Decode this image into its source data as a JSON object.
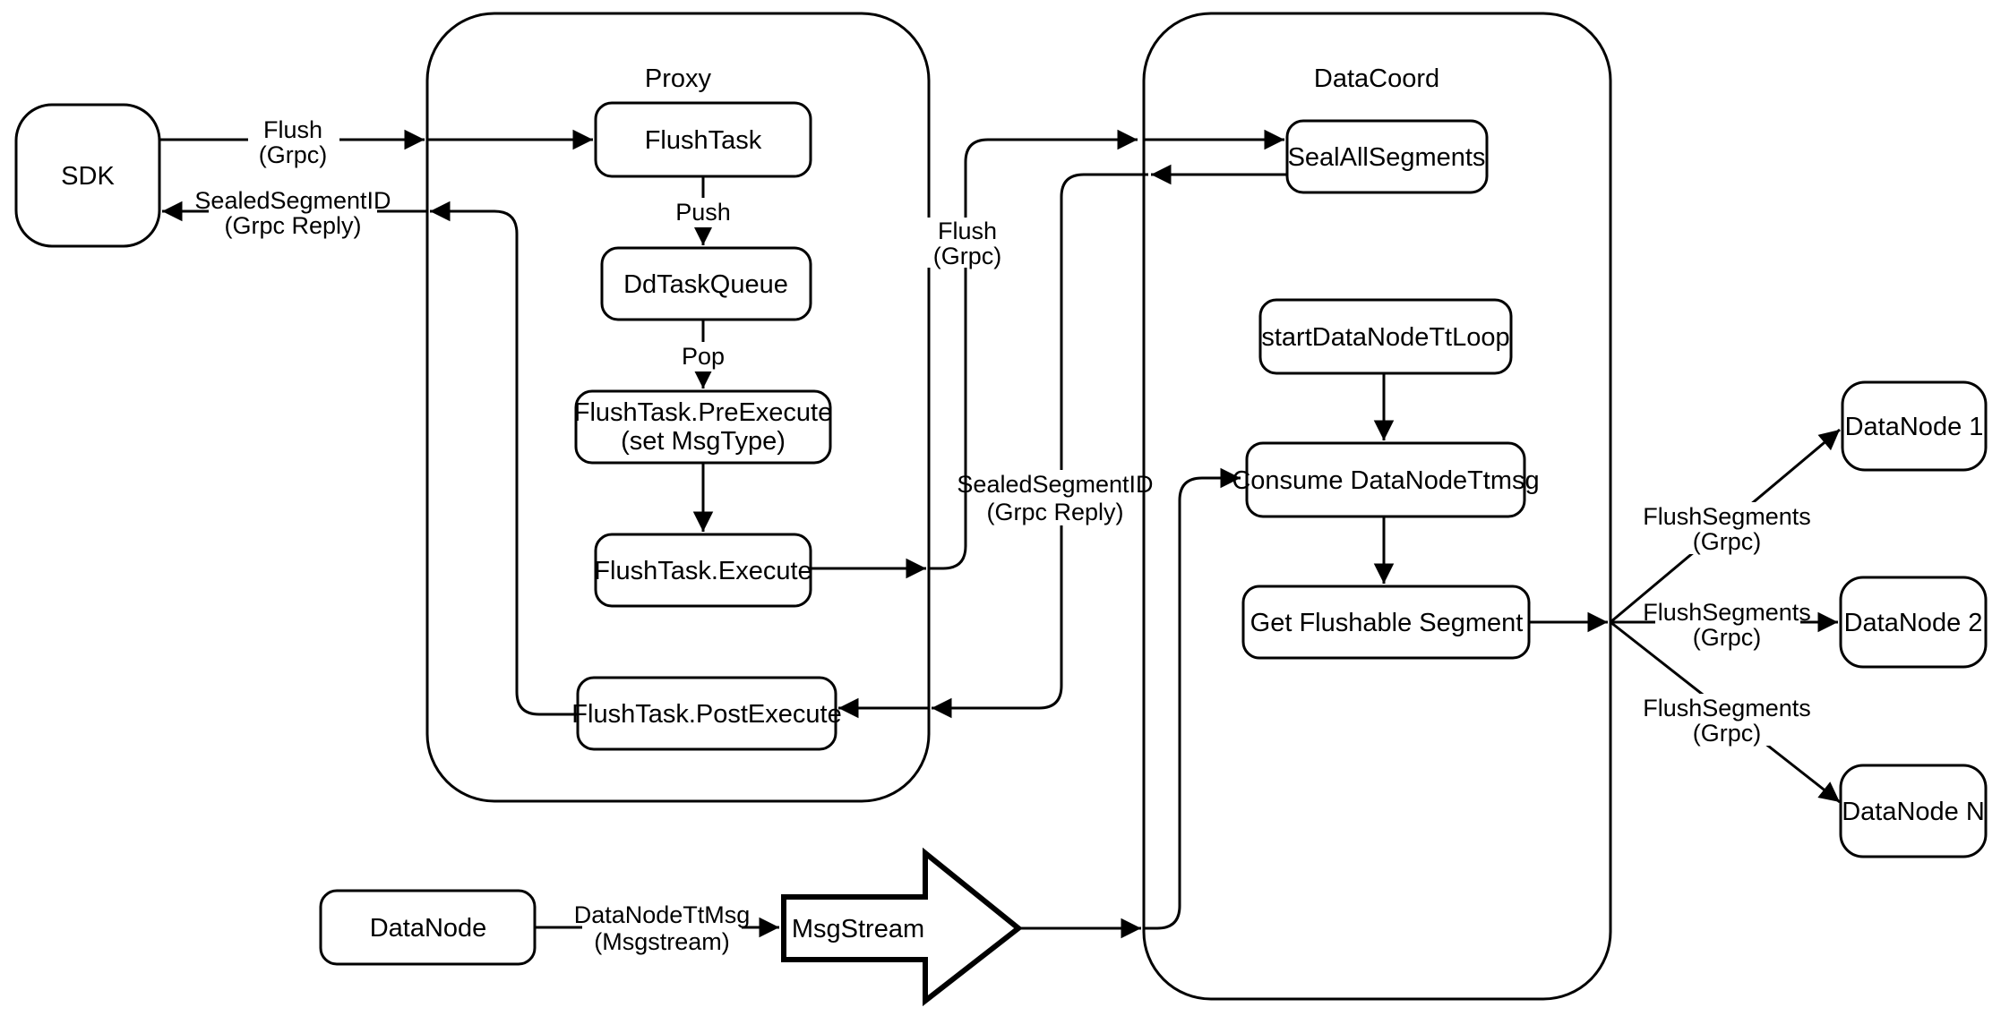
{
  "containers": {
    "proxy": {
      "title": "Proxy"
    },
    "datacoord": {
      "title": "DataCoord"
    }
  },
  "nodes": {
    "sdk": {
      "label": "SDK"
    },
    "flush_task": {
      "label": "FlushTask"
    },
    "dd_task_queue": {
      "label": "DdTaskQueue"
    },
    "pre_execute": {
      "line1": "FlushTask.PreExecute",
      "line2": "(set MsgType)"
    },
    "execute": {
      "label": "FlushTask.Execute"
    },
    "post_execute": {
      "label": "FlushTask.PostExecute"
    },
    "seal_all_segments": {
      "label": "SealAllSegments"
    },
    "start_datanode_tt_loop": {
      "label": "startDataNodeTtLoop"
    },
    "consume_datanode_ttmsg": {
      "label": "Consume DataNodeTtmsg"
    },
    "get_flushable_segment": {
      "label": "Get Flushable Segment"
    },
    "datanode_source": {
      "label": "DataNode"
    },
    "msgstream": {
      "label": "MsgStream"
    },
    "datanode_1": {
      "label": "DataNode 1"
    },
    "datanode_2": {
      "label": "DataNode 2"
    },
    "datanode_n": {
      "label": "DataNode N"
    }
  },
  "edge_labels": {
    "flush_sdk": {
      "line1": "Flush",
      "line2": "(Grpc)"
    },
    "sealed_sdk": {
      "line1": "SealedSegmentID",
      "line2": "(Grpc Reply)"
    },
    "push": {
      "label": "Push"
    },
    "pop": {
      "label": "Pop"
    },
    "flush_mid": {
      "line1": "Flush",
      "line2": "(Grpc)"
    },
    "sealed_mid": {
      "line1": "SealedSegmentID",
      "line2": "(Grpc Reply)"
    },
    "flush_segments_1": {
      "line1": "FlushSegments",
      "line2": "(Grpc)"
    },
    "flush_segments_2": {
      "line1": "FlushSegments",
      "line2": "(Grpc)"
    },
    "flush_segments_3": {
      "line1": "FlushSegments",
      "line2": "(Grpc)"
    },
    "datanode_ttmsg": {
      "line1": "DataNodeTtMsg",
      "line2": "(Msgstream)"
    }
  },
  "colors": {
    "stroke": "#000000",
    "background": "#ffffff"
  }
}
